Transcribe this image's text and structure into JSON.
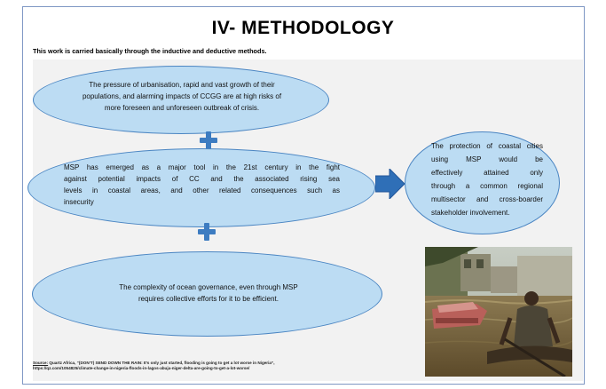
{
  "slide": {
    "title": "IV- METHODOLOGY",
    "subtitle": "This work is carried basically through the inductive and deductive methods.",
    "box1": [
      "The pressure of urbanisation, rapid and vast growth of their",
      "populations, and alarming impacts of CCGG are at high risks of",
      "more foreseen and unforeseen outbreak of crisis."
    ],
    "box2": [
      "MSP has emerged as a major tool in the 21st century in the fight",
      "against potential impacts of CC and the associated rising sea",
      "levels in coastal areas, and other related consequences such as",
      "insecurity"
    ],
    "box3": [
      "The complexity of ocean governance, even through MSP",
      "requires collective efforts for it to be efficient."
    ],
    "box4": [
      "The protection of coastal cities",
      "using MSP would be",
      "effectively attained only",
      "through a common regional",
      "multisector and cross-boarder",
      "stakeholder involvement."
    ],
    "source_label": "Source:",
    "source_text": "Quartz Africa, “(DON’T) SEND DOWN THE RAIN: It’s only just started, flooding is going to get a lot worse in Nigeria”,",
    "source_url": "https://qz.com/1054825/climate-change-in-nigeria-floods-in-lagos-abuja-niger-delta-are-going-to-get-a-lot-worse/",
    "colors": {
      "ellipse_fill": "#bcdcf3",
      "ellipse_border": "#4a85c2",
      "plus": "#3d7cc1",
      "arrow": "#2f6fb7",
      "panel": "#f2f2f2"
    },
    "icons": [
      "plus-icon",
      "plus-icon",
      "right-arrow-icon"
    ]
  }
}
